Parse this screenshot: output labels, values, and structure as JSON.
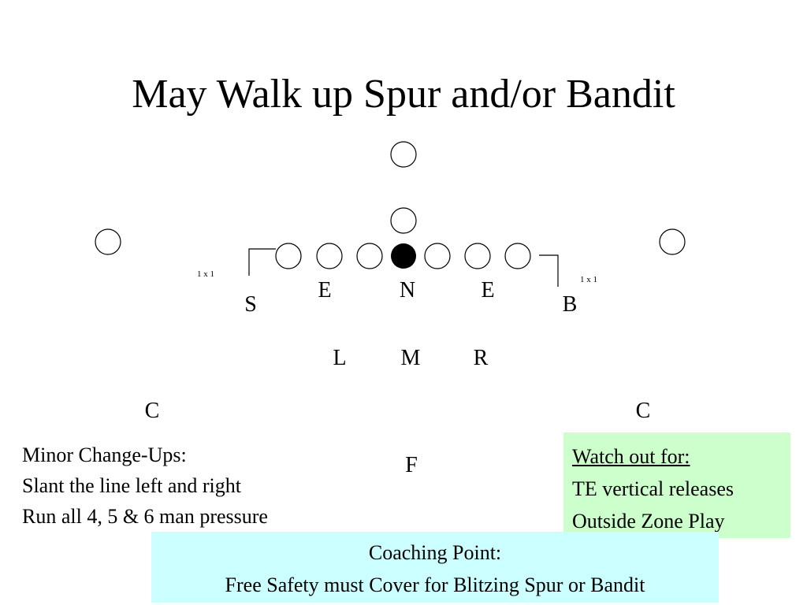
{
  "slide": {
    "title": "May Walk up Spur and/or Bandit"
  },
  "diagram": {
    "defense_labels": {
      "spur": "S",
      "left_end": "E",
      "nose": "N",
      "right_end": "E",
      "bandit": "B",
      "left_backer": "L",
      "mike_backer": "M",
      "right_backer": "R",
      "left_corner": "C",
      "right_corner": "C",
      "free_safety": "F"
    },
    "alignment_notes": {
      "left": "1 x 1",
      "right": "1 x 1"
    }
  },
  "notes": {
    "lines": [
      "Minor Change-Ups:",
      "Slant the line left and right",
      "Run all 4, 5 & 6 man pressure"
    ]
  },
  "watch_box": {
    "heading": "Watch out for:",
    "lines": [
      "TE vertical releases",
      "Outside Zone Play"
    ]
  },
  "coaching_box": {
    "lines": [
      "Coaching Point:",
      "Free Safety must Cover for Blitzing Spur or Bandit"
    ]
  }
}
